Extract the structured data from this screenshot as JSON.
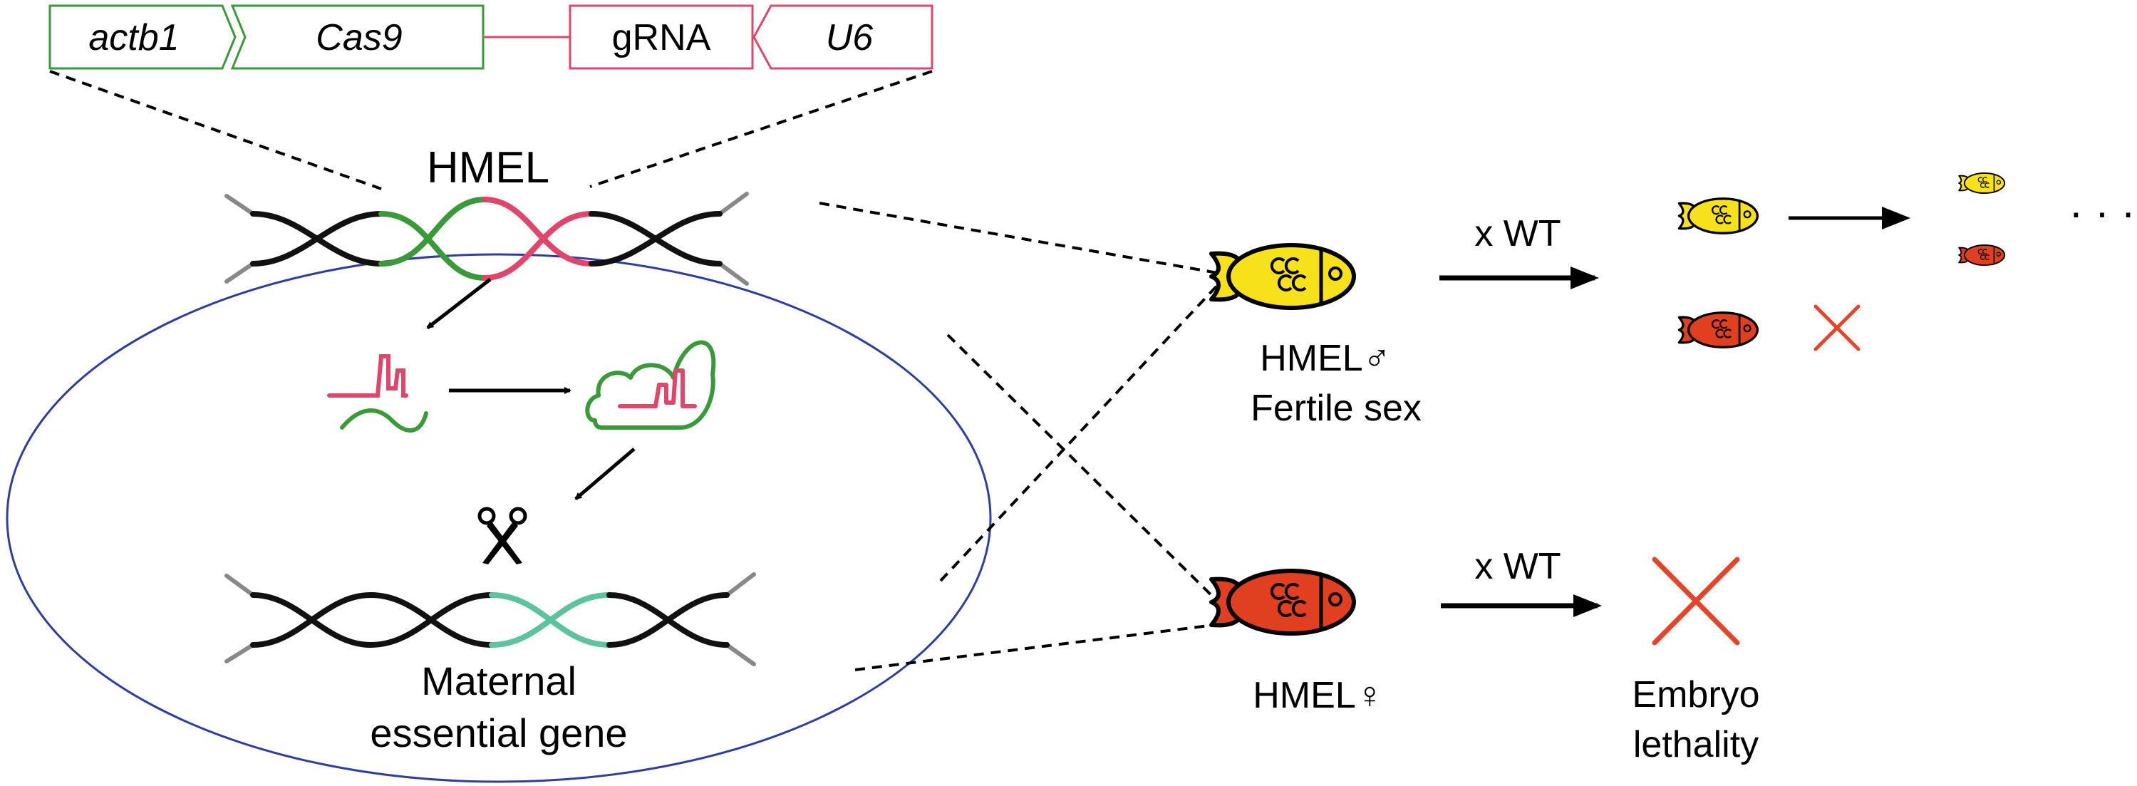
{
  "construct": {
    "actb1": "actb1",
    "cas9": "Cas9",
    "grna": "gRNA",
    "u6": "U6"
  },
  "cell": {
    "hmel": "HMEL",
    "target_gene_line1": "Maternal",
    "target_gene_line2": "essential gene"
  },
  "male_branch": {
    "label": "HMEL♂",
    "sublabel": "Fertile sex",
    "cross": "x WT",
    "continuation": "· · ·"
  },
  "female_branch": {
    "label": "HMEL♀",
    "cross": "x WT",
    "outcome_line1": "Embryo",
    "outcome_line2": "lethality"
  },
  "colors": {
    "cas9_green": "#3a9a3a",
    "grna_pink": "#e0466a",
    "edited_teal": "#5cc2a0",
    "ellipse_blue": "#2f3e9e",
    "male_fish_yellow": "#f7e11a",
    "female_fish_red": "#e0401f",
    "cross_mark_red": "#e3452a",
    "dna_black": "#111111"
  },
  "icons": {
    "scissors": "scissors-icon",
    "cross": "cross-icon",
    "fish": "fish-icon"
  }
}
